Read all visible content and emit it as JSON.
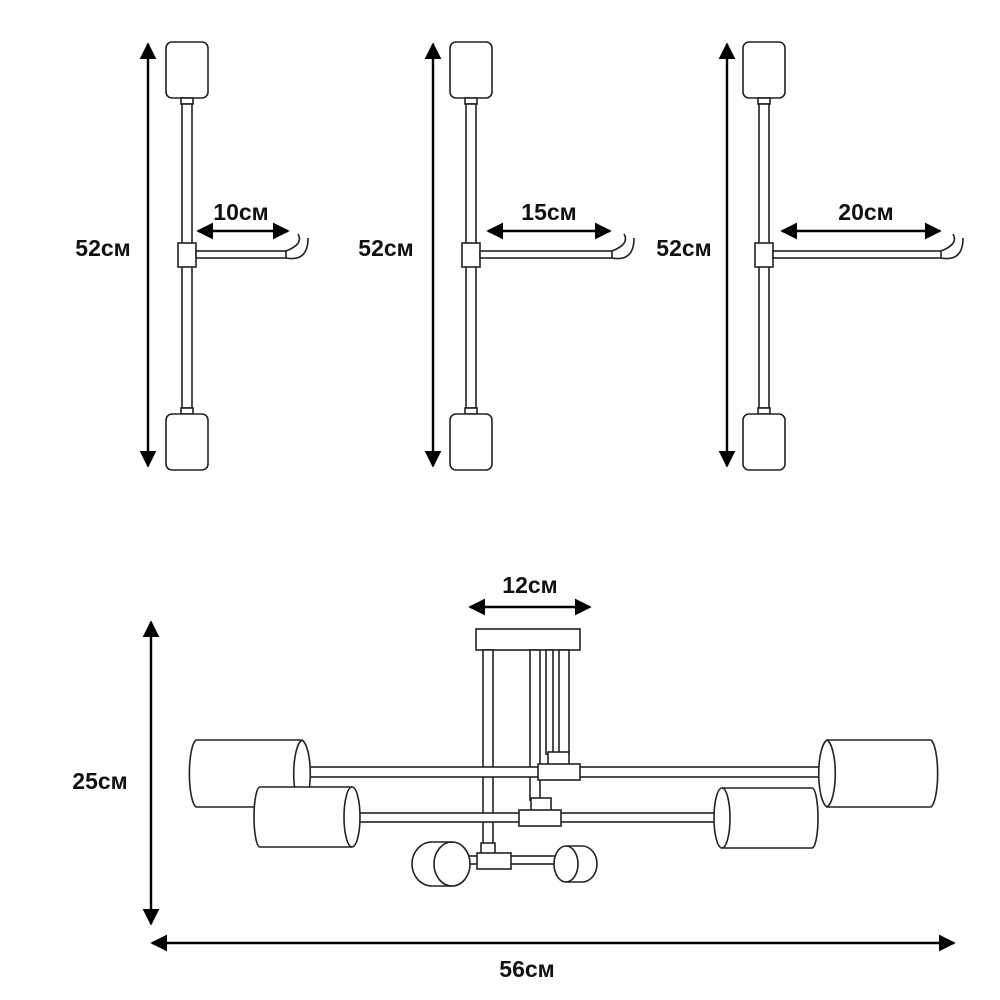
{
  "arm_views": [
    {
      "height_label": "52см",
      "arm_label": "10см"
    },
    {
      "height_label": "52см",
      "arm_label": "15см"
    },
    {
      "height_label": "52см",
      "arm_label": "20см"
    }
  ],
  "fixture": {
    "canopy_label": "12см",
    "height_label": "25см",
    "width_label": "56см"
  },
  "colors": {
    "line": "#222222",
    "dimension": "#000000",
    "background": "#ffffff"
  }
}
